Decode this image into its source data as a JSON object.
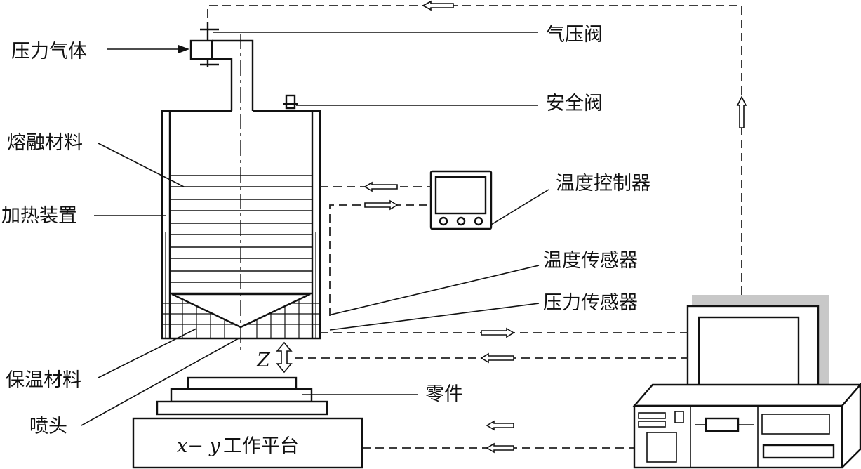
{
  "labels": {
    "pressure_gas": "压力气体",
    "gas_valve": "气压阀",
    "safety_valve": "安全阀",
    "molten_material": "熔融材料",
    "heating_device": "加热装置",
    "temp_controller": "温度控制器",
    "temp_sensor": "温度传感器",
    "pressure_sensor": "压力传感器",
    "insulation_material": "保温材料",
    "nozzle": "喷头",
    "part": "零件",
    "z_axis": "Z",
    "platform_xy": "x− y",
    "platform_name": "工作平台"
  },
  "colors": {
    "line": "#111111",
    "monitor_shadow": "#c8c8c8",
    "background": "#ffffff"
  }
}
